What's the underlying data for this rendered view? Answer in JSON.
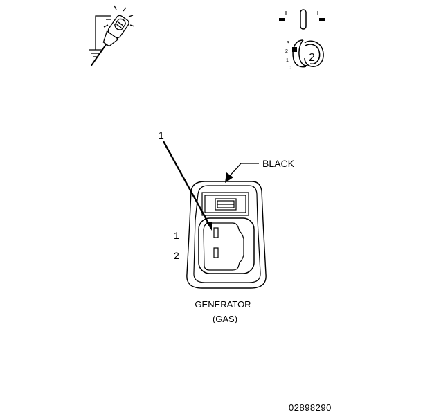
{
  "callout_number": "1",
  "connector_color": "BLACK",
  "pins": [
    {
      "label": "1"
    },
    {
      "label": "2"
    }
  ],
  "component_name": "GENERATOR",
  "component_variant": "(GAS)",
  "ignition_switch": {
    "position_labels": [
      "3",
      "2",
      "1",
      "0"
    ],
    "selected_position": "2"
  },
  "figure_id": "02898290",
  "icons": [
    "test-light-icon",
    "ground-symbol-icon",
    "ignition-switch-icon",
    "ignition-key-icon"
  ]
}
